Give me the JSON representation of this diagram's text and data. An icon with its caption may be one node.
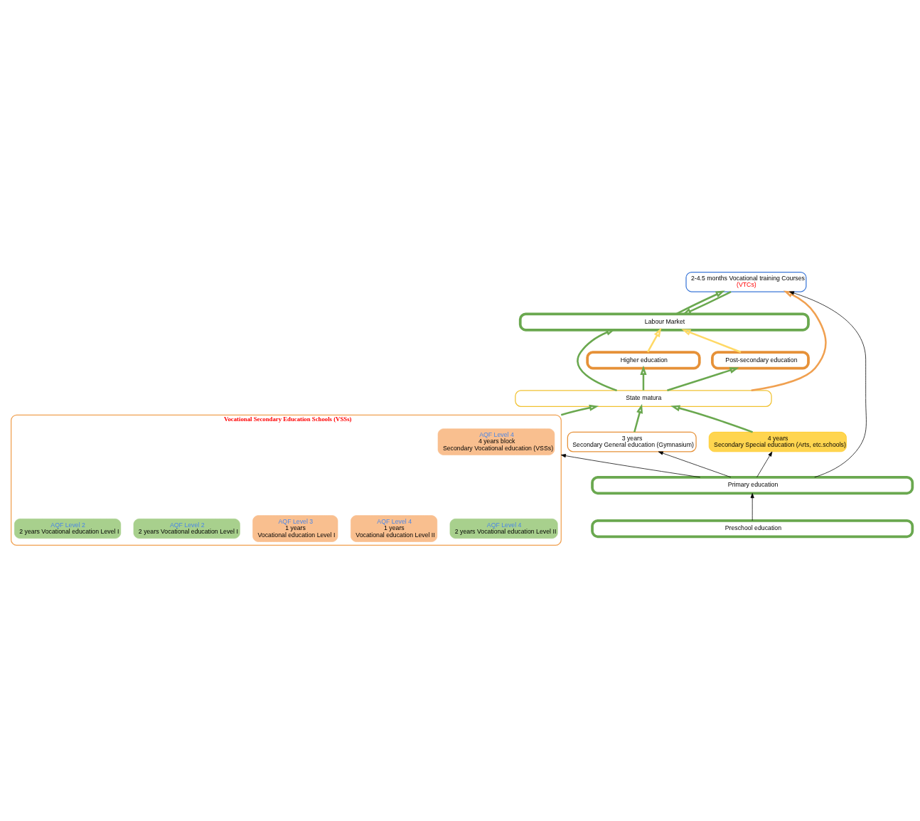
{
  "diagram": {
    "nodes": [
      {
        "text": [
          "Labour Market"
        ]
      },
      {
        "text": [
          "Higher education"
        ]
      },
      {
        "text": [
          "Post-secondary education"
        ]
      },
      {
        "text": [
          "State matura"
        ]
      },
      {
        "text": [
          "3 years",
          "Secondary General education (Gymnasium)"
        ]
      },
      {
        "text": [
          "4 years",
          "Secondary Special education (Arts, etc.schools)"
        ]
      },
      {
        "text": [
          "Vocational Secondary Education Schools (VSSs)"
        ]
      },
      {
        "text": [
          "AQF Level 4",
          "4 years block",
          "Secondary Vocational education (VSSs)"
        ],
        "in": 6
      },
      {
        "text": [
          "AQF Level 4",
          "2 years Vocational education Level II"
        ],
        "in": 6
      },
      {
        "text": [
          "AQF Level 4",
          "1 years",
          "Vocational education Level II"
        ],
        "in": 6
      },
      {
        "text": [
          "AQF Level 3",
          "1 years",
          "Vocational education Level I"
        ],
        "in": 6
      },
      {
        "text": [
          "AQF Level 2",
          "2 years Vocational education Level I"
        ],
        "in": 6
      },
      {
        "text": [
          "AQF Level 2",
          "2 years Vocational education Level I"
        ],
        "in": 6
      },
      {
        "text": [
          "2-4.5 months Vocational training Courses",
          "(VTCs)"
        ]
      },
      {
        "text": [
          "Primary education"
        ]
      },
      {
        "text": [
          "Preschool education"
        ]
      }
    ],
    "edges": [
      {
        "from": 1,
        "to": 0,
        "arrow": "to",
        "color": "#ffd966"
      },
      {
        "from": 2,
        "to": 0,
        "arrow": "to",
        "color": "#ffd966"
      },
      {
        "from": 3,
        "to": 1,
        "arrow": "to"
      },
      {
        "from": 3,
        "to": 2,
        "arrow": "to"
      },
      {
        "from": 3,
        "to": 0,
        "arrow": "to"
      },
      {
        "from": 0,
        "to": 13,
        "arrow": "to"
      },
      {
        "from": 13,
        "to": 0,
        "arrow": "to"
      },
      {
        "from": 3,
        "to": 13,
        "arrow": "to",
        "color": "#f0a050"
      },
      {
        "from": 4,
        "to": 3,
        "arrow": "to"
      },
      {
        "from": 5,
        "to": 3,
        "arrow": "to"
      },
      {
        "from": 6,
        "to": 3,
        "arrow": "to"
      },
      {
        "from": 14,
        "to": 4,
        "arrow": "to",
        "color": "#000000"
      },
      {
        "from": 14,
        "to": 5,
        "arrow": "to",
        "color": "#000000"
      },
      {
        "from": 14,
        "to": 6,
        "arrow": "to",
        "color": "#000000"
      },
      {
        "from": 14,
        "to": 13,
        "arrow": "to",
        "color": "#000000"
      },
      {
        "from": 15,
        "to": 14,
        "arrow": "to",
        "color": "#000000"
      }
    ]
  }
}
